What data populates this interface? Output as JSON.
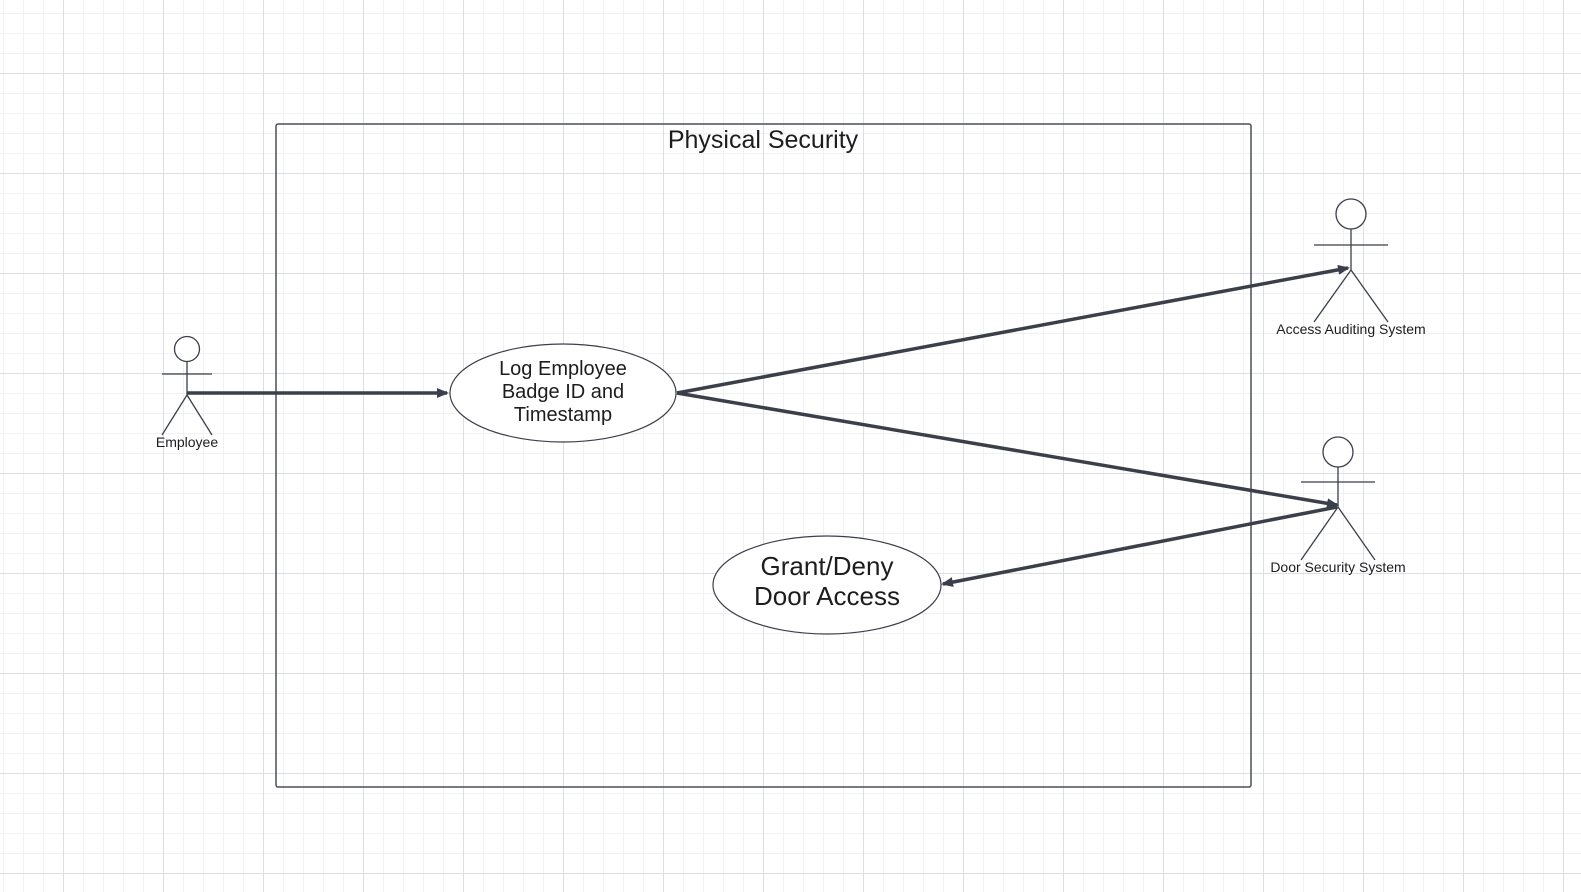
{
  "diagram": {
    "type": "uml-use-case",
    "system": {
      "title": "Physical Security"
    },
    "actors": [
      {
        "id": "employee",
        "label": "Employee"
      },
      {
        "id": "auditing",
        "label": "Access Auditing System"
      },
      {
        "id": "door",
        "label": "Door Security System"
      }
    ],
    "use_cases": [
      {
        "id": "log",
        "lines": [
          "Log Employee",
          "Badge ID and",
          "Timestamp"
        ]
      },
      {
        "id": "grant",
        "lines": [
          "Grant/Deny",
          "Door Access"
        ]
      }
    ],
    "associations": [
      {
        "from": "employee",
        "to": "log",
        "arrow": "to"
      },
      {
        "from": "log",
        "to": "auditing",
        "arrow": "to"
      },
      {
        "from": "log",
        "to": "door",
        "arrow": "to"
      },
      {
        "from": "door",
        "to": "grant",
        "arrow": "to"
      }
    ]
  },
  "colors": {
    "stroke": "#3a3f4a",
    "frame": "#4a4f58",
    "text": "#1d1d1f",
    "grid_major": "#dcdfe3",
    "grid_minor": "#f0f1f3"
  }
}
